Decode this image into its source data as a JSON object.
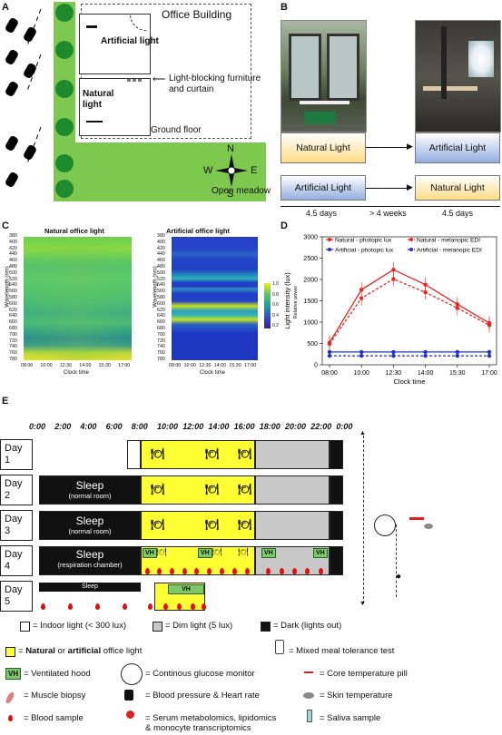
{
  "panels": {
    "a": {
      "label": "A",
      "building_title": "Office Building",
      "artificial_label": "Artificial light",
      "natural_label": "Natural light",
      "blocking_label": "Light-blocking furniture and curtain",
      "ground_floor": "Ground floor",
      "meadow": "Open meadow",
      "compass": {
        "n": "N",
        "s": "S",
        "e": "E",
        "w": "W"
      }
    },
    "b": {
      "label": "B",
      "natural": "Natural Light",
      "artificial": "Artificial Light",
      "artificial2": "Artificial Light",
      "natural2": "Natural Light",
      "d1": "4.5 days",
      "d2": "> 4 weeks",
      "d3": "4.5 days"
    },
    "c": {
      "label": "C",
      "title_left": "Natural office light",
      "title_right": "Artificial office light",
      "ylabel": "Wavelength (nm)",
      "xlabel": "Clock time",
      "cbar_label": "Relative power",
      "yticks": [
        "380",
        "400",
        "420",
        "440",
        "460",
        "480",
        "500",
        "520",
        "540",
        "560",
        "580",
        "600",
        "620",
        "640",
        "660",
        "680",
        "700",
        "720",
        "740",
        "760",
        "780"
      ],
      "xticks": [
        "08:00",
        "10:00",
        "12:30",
        "14:00",
        "15:30",
        "17:00"
      ],
      "cbar_ticks": [
        "1.0",
        "0.8",
        "0.6",
        "0.4",
        "0.2"
      ]
    },
    "d": {
      "label": "D",
      "xlabel": "Clock time",
      "ylabel": "Light intensity (lux)"
    },
    "e": {
      "label": "E",
      "hours": [
        "0:00",
        "2:00",
        "4:00",
        "6:00",
        "8:00",
        "10:00",
        "12:00",
        "14:00",
        "16:00",
        "18:00",
        "20:00",
        "22:00",
        "0:00"
      ],
      "days": [
        {
          "a": "Day",
          "b": "1"
        },
        {
          "a": "Day",
          "b": "2"
        },
        {
          "a": "Day",
          "b": "3"
        },
        {
          "a": "Day",
          "b": "4"
        },
        {
          "a": "Day",
          "b": "5"
        }
      ],
      "sleep": "Sleep",
      "normal_room": "(normal room)",
      "resp_chamber": "(respiration chamber)",
      "vh": "VH",
      "legend": {
        "indoor": "= Indoor light (< 300 lux)",
        "dim": "= Dim light (5 lux)",
        "dark": "= Dark (lights out)",
        "office_pre": "= ",
        "office_nat": "Natural",
        "office_mid": " or ",
        "office_art": "artificial",
        "office_post": " office light",
        "mmtt": "= Mixed meal tolerance test",
        "vh_leg": "= Ventilated hood",
        "cgm": "= Continous glucose monitor",
        "core": "= Core temperature pill",
        "biopsy": "= Muscle biopsy",
        "bp": "= Blood pressure & Heart rate",
        "skin": "= Skin temperature",
        "blood": "= Blood sample",
        "serum1": "= Serum metabolomics, lipidomics",
        "serum2": "& monocyte transcriptomics",
        "saliva": "= Saliva sample"
      }
    }
  },
  "chart_data": [
    {
      "type": "line",
      "x": [
        "08:00",
        "10:00",
        "12:30",
        "14:00",
        "15:30",
        "17:00"
      ],
      "xlabel": "Clock time",
      "ylabel": "Light intensity (lux)",
      "ylim": [
        0,
        3000
      ],
      "yticks": [
        0,
        500,
        1000,
        1500,
        2000,
        2500,
        3000
      ],
      "series": [
        {
          "name": "Natural - photopic lux",
          "color": "#e8251f",
          "dash": "solid",
          "values": [
            520,
            1760,
            2230,
            1880,
            1420,
            980
          ]
        },
        {
          "name": "Natural - melanopic EDI",
          "color": "#e8251f",
          "dash": "dashed",
          "values": [
            490,
            1560,
            2010,
            1700,
            1330,
            930
          ]
        },
        {
          "name": "Artificial - photopic lux",
          "color": "#2030d0",
          "dash": "solid",
          "values": [
            300,
            300,
            300,
            300,
            300,
            300
          ]
        },
        {
          "name": "Artificial - melanopic EDI",
          "color": "#2030d0",
          "dash": "dashed",
          "values": [
            210,
            210,
            210,
            210,
            210,
            210
          ]
        }
      ],
      "legend": "top"
    }
  ]
}
